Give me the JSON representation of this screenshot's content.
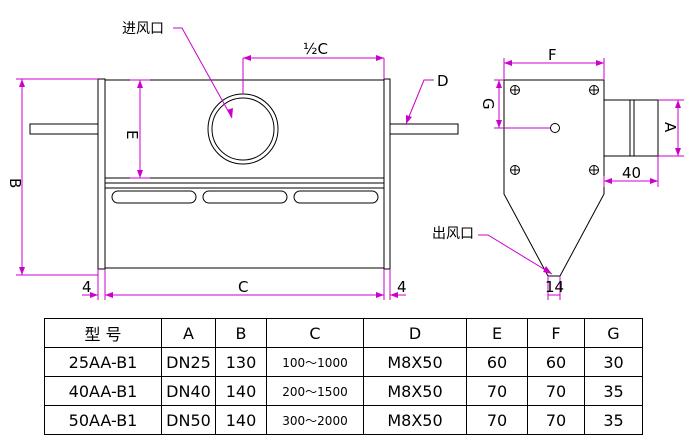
{
  "labels": {
    "inlet": "进风口",
    "outlet": "出风口",
    "half_c": "½C",
    "d": "D",
    "e": "E",
    "b": "B",
    "c": "C",
    "f": "F",
    "g": "G",
    "a": "A",
    "left_4": "4",
    "right_4": "4",
    "dim_40": "40",
    "dim_14": "14"
  },
  "table": {
    "headers": [
      "型  号",
      "A",
      "B",
      "C",
      "D",
      "E",
      "F",
      "G"
    ],
    "rows": [
      [
        "25AA-B1",
        "DN25",
        "130",
        "100～1000",
        "M8X50",
        "60",
        "60",
        "30"
      ],
      [
        "40AA-B1",
        "DN40",
        "140",
        "200～1500",
        "M8X50",
        "70",
        "70",
        "35"
      ],
      [
        "50AA-B1",
        "DN50",
        "140",
        "300～2000",
        "M8X50",
        "70",
        "70",
        "35"
      ]
    ]
  },
  "colors": {
    "line": "#000000",
    "dimension": "#cc00cc"
  }
}
